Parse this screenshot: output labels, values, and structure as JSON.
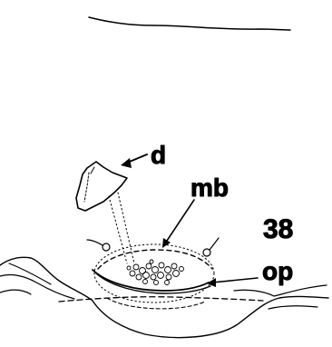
{
  "figure": {
    "number": "38",
    "labels": {
      "d": "d",
      "mb": "mb",
      "op": "op"
    }
  },
  "colors": {
    "ink": "#000000",
    "paper": "#ffffff"
  }
}
